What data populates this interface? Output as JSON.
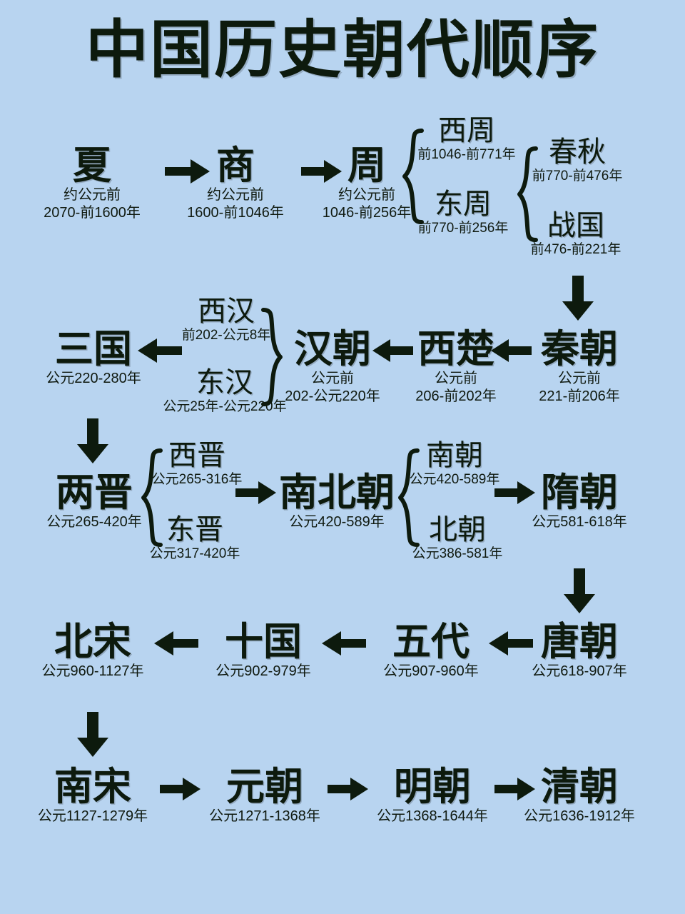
{
  "page": {
    "title": "中国历史朝代顺序",
    "background_color": "#b8d4f0",
    "text_color": "#0d1a0d"
  },
  "chart_data": {
    "type": "diagram",
    "title": "中国历史朝代顺序",
    "layout": "boustrophedon timeline (serpentine rows, arrows alternate direction)",
    "nodes": [
      {
        "id": "xia",
        "name": "夏",
        "years": "约公元前\n2070-前1600年"
      },
      {
        "id": "shang",
        "name": "商",
        "years": "约公元前\n1600-前1046年"
      },
      {
        "id": "zhou",
        "name": "周",
        "years": "约公元前\n1046-前256年"
      },
      {
        "id": "xizhou",
        "name": "西周",
        "years": "前1046-前771年"
      },
      {
        "id": "dongzhou",
        "name": "东周",
        "years": "前770-前256年"
      },
      {
        "id": "chunqiu",
        "name": "春秋",
        "years": "前770-前476年"
      },
      {
        "id": "zhanguo",
        "name": "战国",
        "years": "前476-前221年"
      },
      {
        "id": "qin",
        "name": "秦朝",
        "years": "公元前\n221-前206年"
      },
      {
        "id": "xichu",
        "name": "西楚",
        "years": "公元前\n206-前202年"
      },
      {
        "id": "han",
        "name": "汉朝",
        "years": "公元前\n202-公元220年"
      },
      {
        "id": "xihan",
        "name": "西汉",
        "years": "前202-公元8年"
      },
      {
        "id": "donghan",
        "name": "东汉",
        "years": "公元25年-公元220年"
      },
      {
        "id": "sanguo",
        "name": "三国",
        "years": "公元220-280年"
      },
      {
        "id": "liangjin",
        "name": "两晋",
        "years": "公元265-420年"
      },
      {
        "id": "xijin",
        "name": "西晋",
        "years": "公元265-316年"
      },
      {
        "id": "dongjin",
        "name": "东晋",
        "years": "公元317-420年"
      },
      {
        "id": "nanbeichao",
        "name": "南北朝",
        "years": "公元420-589年"
      },
      {
        "id": "nanchao",
        "name": "南朝",
        "years": "公元420-589年"
      },
      {
        "id": "beichao",
        "name": "北朝",
        "years": "公元386-581年"
      },
      {
        "id": "sui",
        "name": "隋朝",
        "years": "公元581-618年"
      },
      {
        "id": "tang",
        "name": "唐朝",
        "years": "公元618-907年"
      },
      {
        "id": "wudai",
        "name": "五代",
        "years": "公元907-960年"
      },
      {
        "id": "shiguo",
        "name": "十国",
        "years": "公元902-979年"
      },
      {
        "id": "beisong",
        "name": "北宋",
        "years": "公元960-1127年"
      },
      {
        "id": "nansong",
        "name": "南宋",
        "years": "公元1127-1279年"
      },
      {
        "id": "yuan",
        "name": "元朝",
        "years": "公元1271-1368年"
      },
      {
        "id": "ming",
        "name": "明朝",
        "years": "公元1368-1644年"
      },
      {
        "id": "qing",
        "name": "清朝",
        "years": "公元1636-1912年"
      }
    ],
    "edges": [
      {
        "from": "xia",
        "to": "shang",
        "dir": "right"
      },
      {
        "from": "shang",
        "to": "zhou",
        "dir": "right"
      },
      {
        "from": "zhou",
        "to": [
          "xizhou",
          "dongzhou"
        ],
        "dir": "brace-right"
      },
      {
        "from": "dongzhou",
        "to": [
          "chunqiu",
          "zhanguo"
        ],
        "dir": "brace-right"
      },
      {
        "from": "zhanguo",
        "to": "qin",
        "dir": "down"
      },
      {
        "from": "qin",
        "to": "xichu",
        "dir": "left"
      },
      {
        "from": "xichu",
        "to": "han",
        "dir": "left"
      },
      {
        "from": "han",
        "to": [
          "xihan",
          "donghan"
        ],
        "dir": "brace-left"
      },
      {
        "from": "han",
        "to": "sanguo",
        "dir": "left"
      },
      {
        "from": "sanguo",
        "to": "liangjin",
        "dir": "down"
      },
      {
        "from": "liangjin",
        "to": [
          "xijin",
          "dongjin"
        ],
        "dir": "brace-right"
      },
      {
        "from": "liangjin",
        "to": "nanbeichao",
        "dir": "right"
      },
      {
        "from": "nanbeichao",
        "to": [
          "nanchao",
          "beichao"
        ],
        "dir": "brace-right"
      },
      {
        "from": "nanbeichao",
        "to": "sui",
        "dir": "right"
      },
      {
        "from": "sui",
        "to": "tang",
        "dir": "down"
      },
      {
        "from": "tang",
        "to": "wudai",
        "dir": "left"
      },
      {
        "from": "wudai",
        "to": "shiguo",
        "dir": "left"
      },
      {
        "from": "shiguo",
        "to": "beisong",
        "dir": "left"
      },
      {
        "from": "beisong",
        "to": "nansong",
        "dir": "down"
      },
      {
        "from": "nansong",
        "to": "yuan",
        "dir": "right"
      },
      {
        "from": "yuan",
        "to": "ming",
        "dir": "right"
      },
      {
        "from": "ming",
        "to": "qing",
        "dir": "right"
      }
    ]
  },
  "nodes": {
    "xia": {
      "name": "夏",
      "years_l1": "约公元前",
      "years_l2": "2070-前1600年"
    },
    "shang": {
      "name": "商",
      "years_l1": "约公元前",
      "years_l2": "1600-前1046年"
    },
    "zhou": {
      "name": "周",
      "years_l1": "约公元前",
      "years_l2": "1046-前256年"
    },
    "xizhou": {
      "name": "西周",
      "years_l1": "前1046-前771年"
    },
    "dongzhou": {
      "name": "东周",
      "years_l1": "前770-前256年"
    },
    "chunqiu": {
      "name": "春秋",
      "years_l1": "前770-前476年"
    },
    "zhanguo": {
      "name": "战国",
      "years_l1": "前476-前221年"
    },
    "qin": {
      "name": "秦朝",
      "years_l1": "公元前",
      "years_l2": "221-前206年"
    },
    "xichu": {
      "name": "西楚",
      "years_l1": "公元前",
      "years_l2": "206-前202年"
    },
    "han": {
      "name": "汉朝",
      "years_l1": "公元前",
      "years_l2": "202-公元220年"
    },
    "xihan": {
      "name": "西汉",
      "years_l1": "前202-公元8年"
    },
    "donghan": {
      "name": "东汉",
      "years_l1": "公元25年-公元220年"
    },
    "sanguo": {
      "name": "三国",
      "years_l1": "公元220-280年"
    },
    "liangjin": {
      "name": "两晋",
      "years_l1": "公元265-420年"
    },
    "xijin": {
      "name": "西晋",
      "years_l1": "公元265-316年"
    },
    "dongjin": {
      "name": "东晋",
      "years_l1": "公元317-420年"
    },
    "nanbeichao": {
      "name": "南北朝",
      "years_l1": "公元420-589年"
    },
    "nanchao": {
      "name": "南朝",
      "years_l1": "公元420-589年"
    },
    "beichao": {
      "name": "北朝",
      "years_l1": "公元386-581年"
    },
    "sui": {
      "name": "隋朝",
      "years_l1": "公元581-618年"
    },
    "tang": {
      "name": "唐朝",
      "years_l1": "公元618-907年"
    },
    "wudai": {
      "name": "五代",
      "years_l1": "公元907-960年"
    },
    "shiguo": {
      "name": "十国",
      "years_l1": "公元902-979年"
    },
    "beisong": {
      "name": "北宋",
      "years_l1": "公元960-1127年"
    },
    "nansong": {
      "name": "南宋",
      "years_l1": "公元1127-1279年"
    },
    "yuan": {
      "name": "元朝",
      "years_l1": "公元1271-1368年"
    },
    "ming": {
      "name": "明朝",
      "years_l1": "公元1368-1644年"
    },
    "qing": {
      "name": "清朝",
      "years_l1": "公元1636-1912年"
    }
  }
}
